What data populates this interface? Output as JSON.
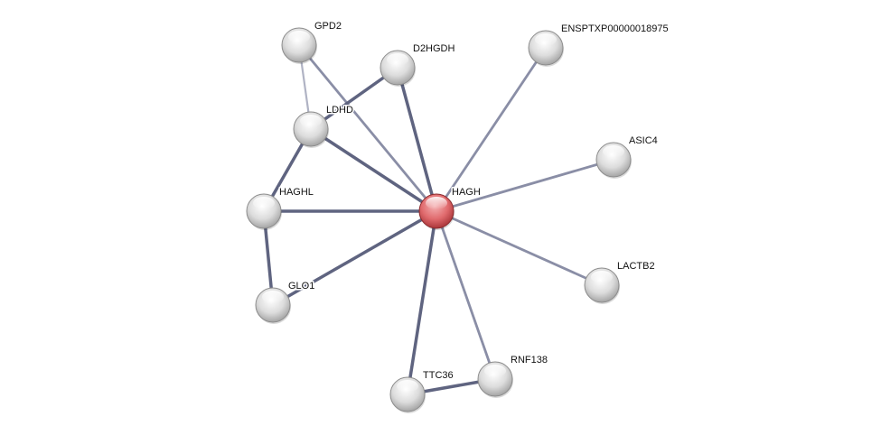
{
  "nodes": [
    {
      "id": "GPD2",
      "label": "GPD2",
      "query": false
    },
    {
      "id": "D2HGDH",
      "label": "D2HGDH",
      "query": false
    },
    {
      "id": "ENSPTXP00000018975",
      "label": "ENSPTXP00000018975",
      "query": false
    },
    {
      "id": "LDHD",
      "label": "LDHD",
      "query": false
    },
    {
      "id": "ASIC4",
      "label": "ASIC4",
      "query": false
    },
    {
      "id": "HAGHL",
      "label": "HAGHL",
      "query": false
    },
    {
      "id": "HAGH",
      "label": "HAGH",
      "query": true
    },
    {
      "id": "LACTB2",
      "label": "LACTB2",
      "query": false
    },
    {
      "id": "GLO1",
      "label": "GLO1",
      "query": false
    },
    {
      "id": "RNF138",
      "label": "RNF138",
      "query": false
    },
    {
      "id": "TTC36",
      "label": "TTC36",
      "query": false
    }
  ],
  "edges": [
    {
      "source": "GPD2",
      "target": "LDHD",
      "strength": "weak"
    },
    {
      "source": "GPD2",
      "target": "HAGH",
      "strength": "medium"
    },
    {
      "source": "D2HGDH",
      "target": "LDHD",
      "strength": "strong"
    },
    {
      "source": "D2HGDH",
      "target": "HAGH",
      "strength": "strong"
    },
    {
      "source": "ENSPTXP00000018975",
      "target": "HAGH",
      "strength": "medium"
    },
    {
      "source": "LDHD",
      "target": "HAGH",
      "strength": "strong"
    },
    {
      "source": "LDHD",
      "target": "HAGHL",
      "strength": "strong"
    },
    {
      "source": "ASIC4",
      "target": "HAGH",
      "strength": "medium"
    },
    {
      "source": "HAGHL",
      "target": "HAGH",
      "strength": "strong"
    },
    {
      "source": "HAGHL",
      "target": "GLO1",
      "strength": "strong"
    },
    {
      "source": "GLO1",
      "target": "HAGH",
      "strength": "strong"
    },
    {
      "source": "LACTB2",
      "target": "HAGH",
      "strength": "medium"
    },
    {
      "source": "RNF138",
      "target": "HAGH",
      "strength": "medium"
    },
    {
      "source": "TTC36",
      "target": "HAGH",
      "strength": "strong"
    },
    {
      "source": "TTC36",
      "target": "RNF138",
      "strength": "strong"
    }
  ],
  "colors": {
    "query_node": "#d9585b",
    "node": "#d8d8d8",
    "edge_strong": "#5f6480",
    "edge_medium": "#8a8ea6",
    "edge_weak": "#b0b3c4"
  }
}
